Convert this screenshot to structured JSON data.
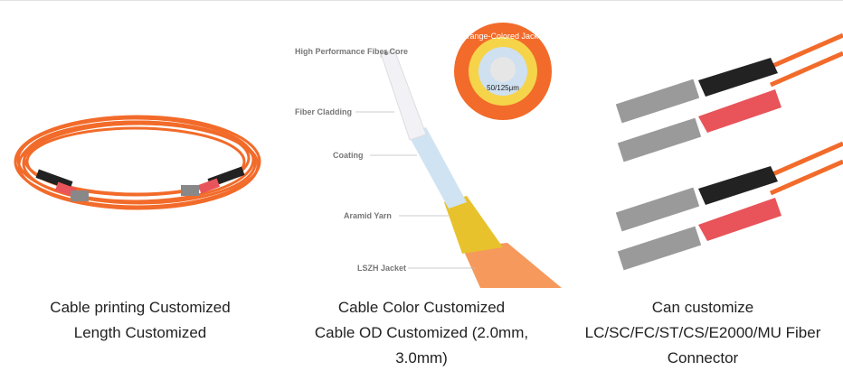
{
  "features": [
    {
      "caption_lines": [
        "Cable printing Customized",
        "Length Customized"
      ]
    },
    {
      "caption_lines": [
        "Cable Color Customized",
        "Cable OD Customized (2.0mm,",
        "3.0mm)"
      ],
      "diagram_labels": {
        "core": "High Performance Fiber Core",
        "cladding": "Fiber Cladding",
        "coating": "Coating",
        "yarn": "Aramid Yarn",
        "jacket": "LSZH Jacket",
        "ring_label": "Orange-Colored Jacket",
        "spec": "50/125μm"
      }
    },
    {
      "caption_lines": [
        "Can customize",
        "LC/SC/FC/ST/CS/E2000/MU Fiber",
        "Connector"
      ]
    }
  ],
  "colors": {
    "cable": "#f26b2a",
    "boot_red": "#e8545a",
    "boot_black": "#222222",
    "yarn": "#e7c22c"
  }
}
